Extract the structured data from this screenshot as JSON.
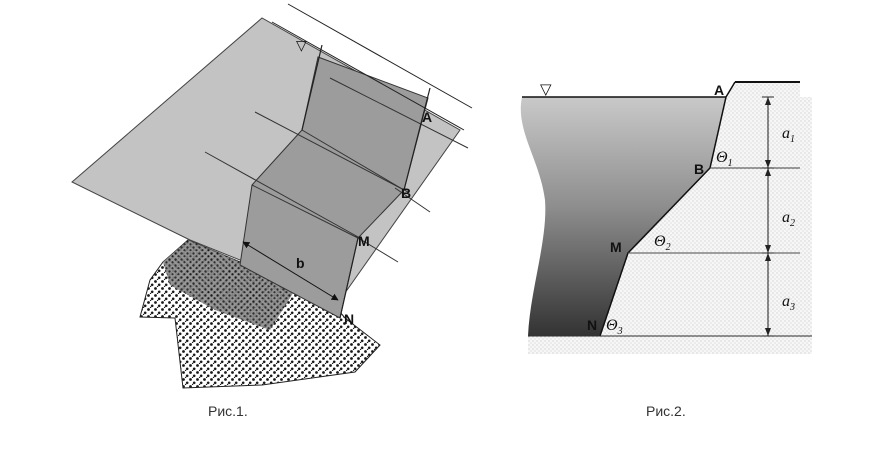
{
  "figure1": {
    "caption": "Рис.1.",
    "labels": {
      "A": "A",
      "B": "B",
      "M": "M",
      "N": "N",
      "b": "b",
      "water_mark": "▽"
    }
  },
  "figure2": {
    "caption": "Рис.2.",
    "labels": {
      "A": "A",
      "B": "B",
      "M": "M",
      "N": "N",
      "water_mark": "▽",
      "theta1": "Θ",
      "theta1_sub": "1",
      "theta2": "Θ",
      "theta2_sub": "2",
      "theta3": "Θ",
      "theta3_sub": "3",
      "a1": "a",
      "a1_sub": "1",
      "a2": "a",
      "a2_sub": "2",
      "a3": "a",
      "a3_sub": "3"
    }
  },
  "colors": {
    "water_plane": "#b9b9b9",
    "wall_face": "#9c9c9c",
    "soil_dots": "#1a1a1a",
    "soil_light": "#f4f4f4",
    "water_top": "#c8c8c8",
    "water_bottom": "#3a3a3a"
  }
}
